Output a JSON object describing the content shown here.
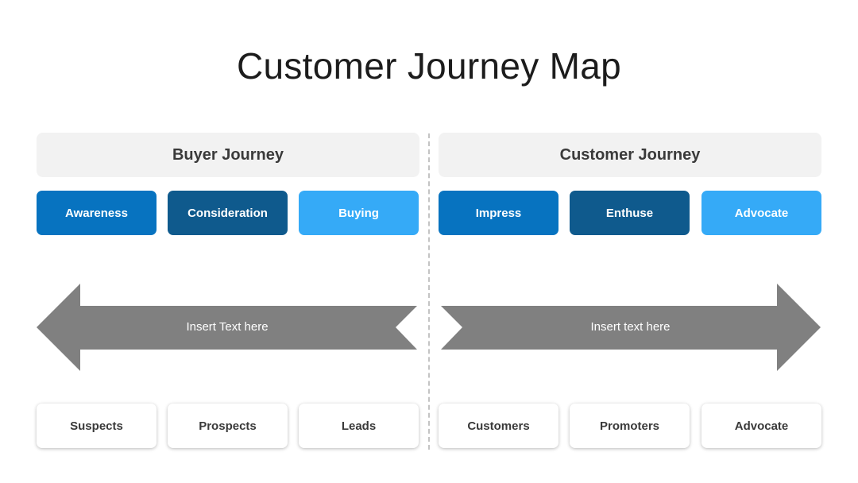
{
  "title": "Customer Journey Map",
  "buyer": {
    "header": "Buyer Journey",
    "stages": [
      "Awareness",
      "Consideration",
      "Buying"
    ],
    "arrow_text": "Insert Text here",
    "results": [
      "Suspects",
      "Prospects",
      "Leads"
    ]
  },
  "customer": {
    "header": "Customer Journey",
    "stages": [
      "Impress",
      "Enthuse",
      "Advocate"
    ],
    "arrow_text": "Insert text here",
    "results": [
      "Customers",
      "Promoters",
      "Advocate"
    ]
  },
  "colors": {
    "stage_1": "#0773c0",
    "stage_2": "#0f5a8d",
    "stage_3": "#35aaf7",
    "arrow": "#808080",
    "header_bg": "#f2f2f2"
  }
}
